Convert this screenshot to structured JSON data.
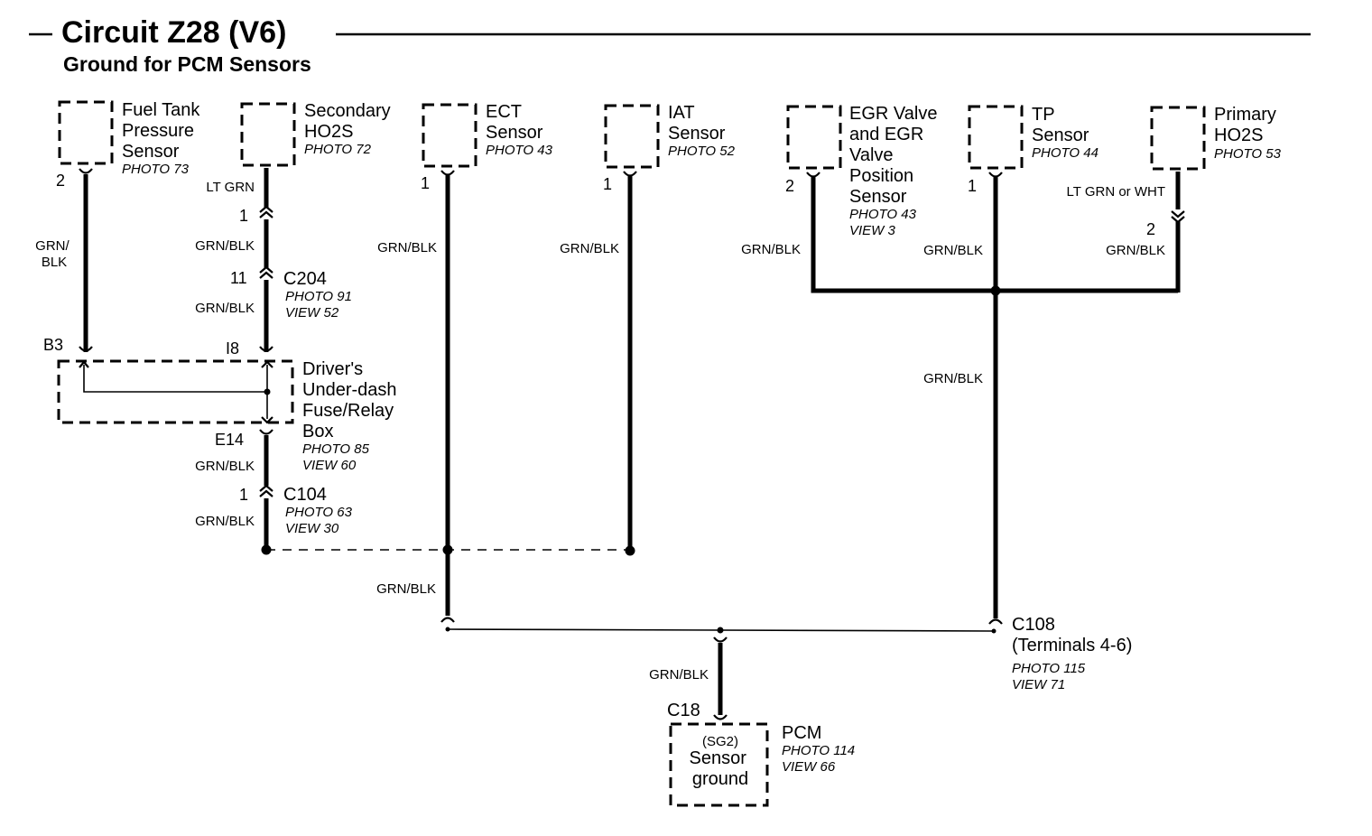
{
  "header": {
    "title": "Circuit Z28 (V6)",
    "subtitle": "Ground for PCM Sensors"
  },
  "components": {
    "fuel_tank_sensor": {
      "lines": [
        "Fuel Tank",
        "Pressure",
        "Sensor"
      ],
      "refs": [
        "PHOTO 73"
      ]
    },
    "secondary_ho2s": {
      "lines": [
        "Secondary",
        "HO2S"
      ],
      "refs": [
        "PHOTO 72"
      ]
    },
    "ect_sensor": {
      "lines": [
        "ECT",
        "Sensor"
      ],
      "refs": [
        "PHOTO 43"
      ]
    },
    "iat_sensor": {
      "lines": [
        "IAT",
        "Sensor"
      ],
      "refs": [
        "PHOTO 52"
      ]
    },
    "egr_valve": {
      "lines": [
        "EGR Valve",
        "and EGR",
        "Valve",
        "Position",
        "Sensor"
      ],
      "refs": [
        "PHOTO 43",
        "VIEW 3"
      ]
    },
    "tp_sensor": {
      "lines": [
        "TP",
        "Sensor"
      ],
      "refs": [
        "PHOTO 44"
      ]
    },
    "primary_ho2s": {
      "lines": [
        "Primary",
        "HO2S"
      ],
      "refs": [
        "PHOTO 53"
      ]
    },
    "fuse_box": {
      "lines": [
        "Driver's",
        "Under-dash",
        "Fuse/Relay",
        "Box"
      ],
      "refs": [
        "PHOTO 85",
        "VIEW 60"
      ]
    },
    "pcm": {
      "lines": [
        "PCM"
      ],
      "refs": [
        "PHOTO 114",
        "VIEW 66"
      ],
      "pin_label": "(SG2)",
      "pin_name": [
        "Sensor",
        "ground"
      ]
    }
  },
  "connectors": {
    "c204": {
      "name": "C204",
      "refs": [
        "PHOTO 91",
        "VIEW 52"
      ]
    },
    "c104": {
      "name": "C104",
      "refs": [
        "PHOTO 63",
        "VIEW 30"
      ]
    },
    "c108": {
      "name": "C108",
      "note": "(Terminals 4-6)",
      "refs": [
        "PHOTO 115",
        "VIEW 71"
      ]
    },
    "c18": {
      "name": "C18"
    }
  },
  "pins": {
    "fuel_tank": "2",
    "secondary_top": "1",
    "secondary_c204": "11",
    "ect": "1",
    "iat": "1",
    "egr": "2",
    "tp": "1",
    "primary": "2",
    "fuse_b3": "B3",
    "fuse_i8": "I8",
    "fuse_e14": "E14",
    "c104_pin": "1"
  },
  "wires": {
    "fuel_tank": "GRN/\nBLK",
    "secondary_top": "LT GRN",
    "secondary_mid": "GRN/BLK",
    "secondary_c204": "GRN/BLK",
    "fuse_out": "GRN/BLK",
    "c104_out": "GRN/BLK",
    "ect": "GRN/BLK",
    "iat": "GRN/BLK",
    "egr": "GRN/BLK",
    "tp": "GRN/BLK",
    "primary_top": "LT GRN or WHT",
    "primary_bottom": "GRN/BLK",
    "tp_trunk": "GRN/BLK",
    "left_trunk": "GRN/BLK",
    "pcm_feed": "GRN/BLK"
  }
}
